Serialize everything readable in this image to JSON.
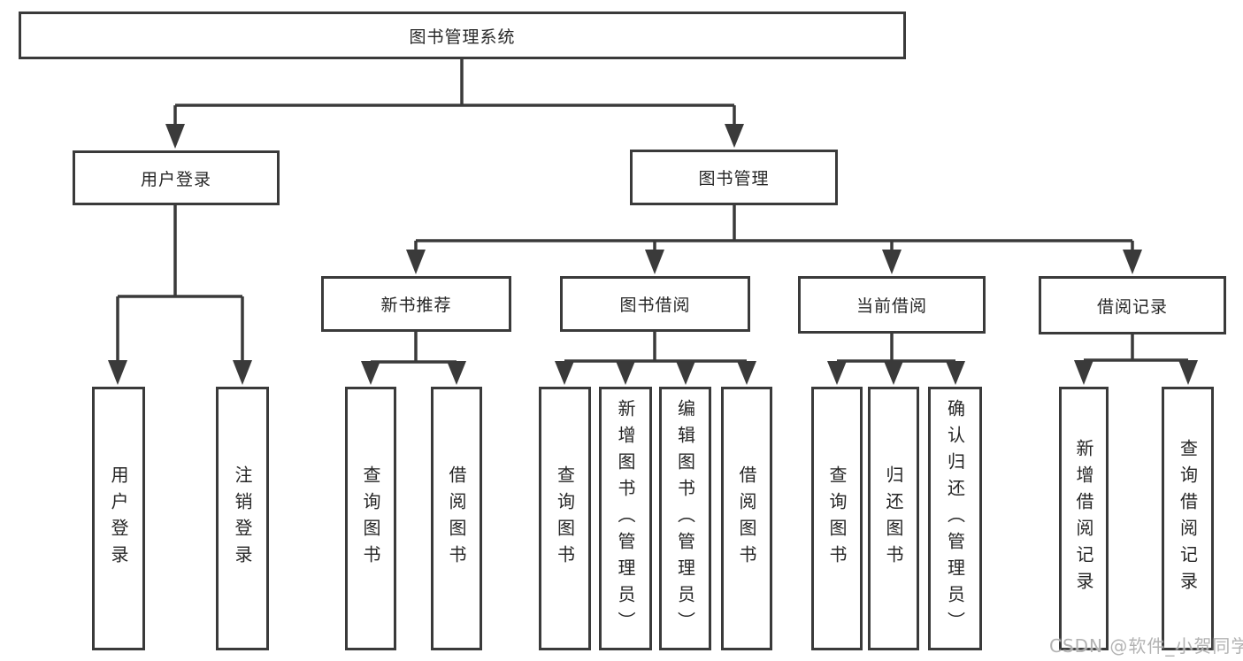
{
  "tree": {
    "label": "图书管理系统",
    "children": [
      {
        "label": "用户登录",
        "children": [
          {
            "label": "用户登录"
          },
          {
            "label": "注销登录"
          }
        ]
      },
      {
        "label": "图书管理",
        "children": [
          {
            "label": "新书推荐",
            "children": [
              {
                "label": "查询图书"
              },
              {
                "label": "借阅图书"
              }
            ]
          },
          {
            "label": "图书借阅",
            "children": [
              {
                "label": "查询图书"
              },
              {
                "label": "新增图书（管理员）"
              },
              {
                "label": "编辑图书（管理员）"
              },
              {
                "label": "借阅图书"
              }
            ]
          },
          {
            "label": "当前借阅",
            "children": [
              {
                "label": "查询图书"
              },
              {
                "label": "归还图书"
              },
              {
                "label": "确认归还（管理员）"
              }
            ]
          },
          {
            "label": "借阅记录",
            "children": [
              {
                "label": "新增借阅记录"
              },
              {
                "label": "查询借阅记录"
              }
            ]
          }
        ]
      }
    ]
  },
  "watermark": {
    "text": "CSDN @软件_小贺同学"
  },
  "colors": {
    "line": "#3a3a3a",
    "box_border": "#3a3a3a",
    "box_fill": "#ffffff",
    "text": "#262626",
    "watermark": "#acacac",
    "background": "#ffffff"
  }
}
